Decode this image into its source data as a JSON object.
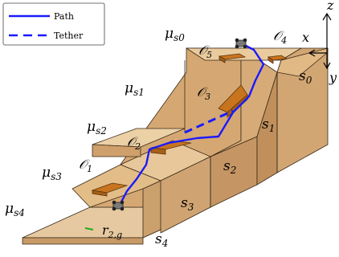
{
  "legend": {
    "path_label": "Path",
    "tether_label": "Tether"
  },
  "colors": {
    "path": "#1a1aff",
    "terrain_front": "#c99a66",
    "terrain_side": "#d9ae7a",
    "terrain_top": "#e8c79a",
    "obstacle": "#c8741e",
    "goal_marker": "#22aa22"
  },
  "axes": {
    "z": "z",
    "x": "x",
    "y": "y"
  },
  "friction_labels": {
    "mu0_main": "μ",
    "mu0_sub": "s0",
    "mu1_main": "μ",
    "mu1_sub": "s1",
    "mu2_main": "μ",
    "mu2_sub": "s2",
    "mu3_main": "μ",
    "mu3_sub": "s3",
    "mu4_main": "μ",
    "mu4_sub": "s4"
  },
  "surface_labels": {
    "s0_main": "s",
    "s0_sub": "0",
    "s1_main": "s",
    "s1_sub": "1",
    "s2_main": "s",
    "s2_sub": "2",
    "s3_main": "s",
    "s3_sub": "3",
    "s4_main": "s",
    "s4_sub": "4"
  },
  "obstacle_labels": {
    "o1_main": "𝒪",
    "o1_sub": "1",
    "o2_main": "𝒪",
    "o2_sub": "2",
    "o3_main": "𝒪",
    "o3_sub": "3",
    "o4_main": "𝒪",
    "o4_sub": "4",
    "o5_main": "𝒪",
    "o5_sub": "5"
  },
  "goal_label": {
    "main": "r",
    "sub": "2,g"
  }
}
